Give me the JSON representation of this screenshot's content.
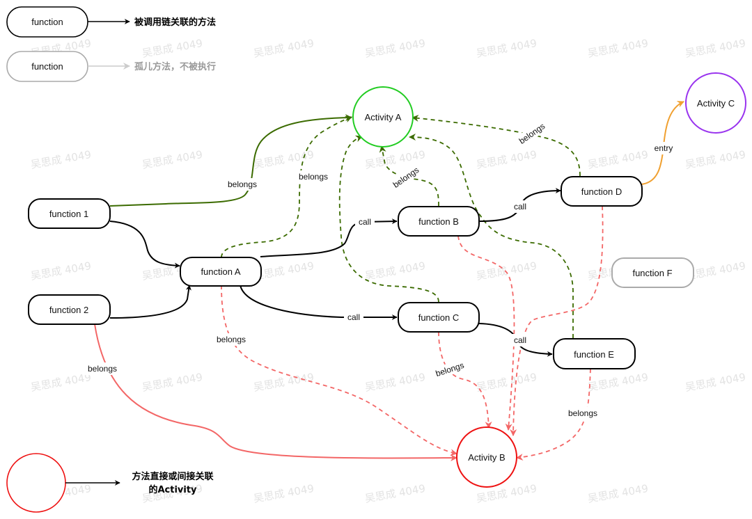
{
  "legend": {
    "called_node": "function",
    "called_text": "被调用链关联的方法",
    "orphan_node": "function",
    "orphan_text": "孤儿方法，不被执行",
    "activity_text_line1": "方法直接或间接关联",
    "activity_text_line2": "的Activity"
  },
  "watermark": "吴思成 4049",
  "colors": {
    "call": "#000000",
    "belongs_green": "#3b6b00",
    "belongs_red": "#f36666",
    "orphan": "#aaaaaa",
    "entry": "#f0a030",
    "activity_a": "#22cc22",
    "activity_b": "#ee1111",
    "activity_c": "#9933ee"
  },
  "nodes": {
    "activity_a": "Activity A",
    "activity_b": "Activity B",
    "activity_c": "Activity C",
    "function_1": "function 1",
    "function_2": "function 2",
    "function_a": "function A",
    "function_b": "function B",
    "function_c": "function C",
    "function_d": "function D",
    "function_e": "function E",
    "function_f": "function F"
  },
  "edge_labels": {
    "f1_belongs": "belongs",
    "fa_belongs_green": "belongs",
    "fb_belongs": "belongs",
    "fe_belongs_green": "belongs",
    "fd_entry": "entry",
    "fa_call_fb": "call",
    "fa_call_fc": "call",
    "fb_call_fd": "call",
    "fc_call_fe": "call",
    "f2_belongs": "belongs",
    "fa_belongs_red": "belongs",
    "fc_belongs": "belongs",
    "fe_belongs_red": "belongs"
  }
}
